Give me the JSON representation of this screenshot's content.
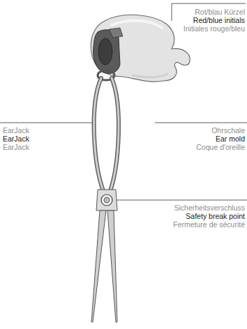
{
  "diagram": {
    "labels": [
      "Rot/blau Kürzel",
      "Red/blue initials",
      "Initiales rouge/bleu",
      "EarJack",
      "EarJack",
      "EarJack",
      "Ohrschale",
      "Ear mold",
      "Coque d'oreille",
      "Sicherheitsverschluss",
      "Safety break point",
      "Fermeture de sécurité"
    ]
  }
}
